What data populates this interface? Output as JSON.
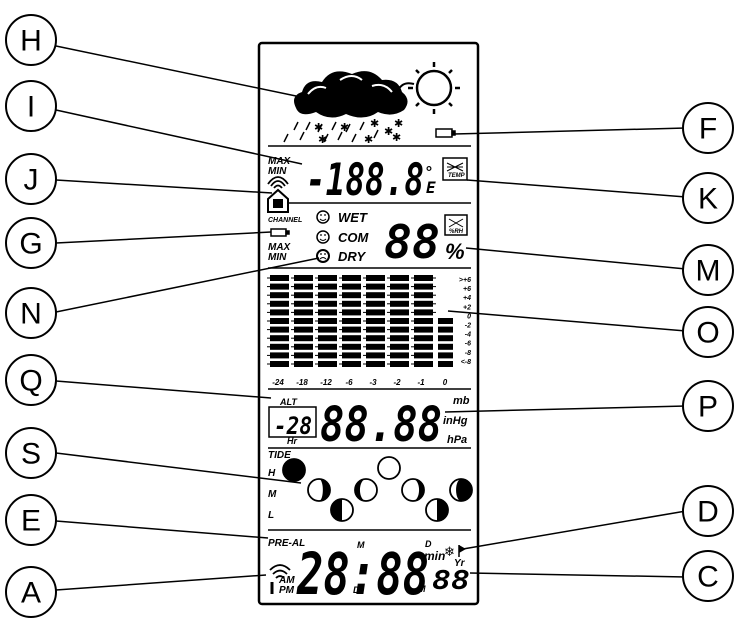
{
  "callouts": [
    {
      "letter": "H"
    },
    {
      "letter": "I"
    },
    {
      "letter": "J"
    },
    {
      "letter": "G"
    },
    {
      "letter": "N"
    },
    {
      "letter": "Q"
    },
    {
      "letter": "S"
    },
    {
      "letter": "E"
    },
    {
      "letter": "A"
    },
    {
      "letter": "F"
    },
    {
      "letter": "K"
    },
    {
      "letter": "M"
    },
    {
      "letter": "O"
    },
    {
      "letter": "P"
    },
    {
      "letter": "D"
    },
    {
      "letter": "C"
    }
  ],
  "temperature": {
    "max_label": "MAX",
    "min_label": "MIN",
    "digits": "-188.8",
    "unit_top": "°",
    "unit_bottom": "E",
    "temp_icon_label": "TEMP"
  },
  "channel": {
    "label": "CHANNEL",
    "max_label": "MAX",
    "min_label": "MIN"
  },
  "comfort": {
    "wet": "WET",
    "com": "COM",
    "dry": "DRY"
  },
  "humidity": {
    "digits": "88",
    "percent": "%",
    "icon_label": "%RH"
  },
  "bargraph": {
    "y_labels": [
      ">+6",
      "+6",
      "+4",
      "+2",
      "0",
      "-2",
      "-4",
      "-6",
      "-8",
      "<-8"
    ],
    "x_labels": [
      "-24",
      "-18",
      "-12",
      "-6",
      "-3",
      "-2",
      "-1",
      "0"
    ]
  },
  "pressure": {
    "alt_label": "ALT",
    "hours": "-28",
    "hr_label": "Hr",
    "digits": "88.88",
    "unit_mb": "mb",
    "unit_inhg": "inHg",
    "unit_hpa": "hPa"
  },
  "tide": {
    "label": "TIDE",
    "h": "H",
    "m": "M",
    "l": "L"
  },
  "clock": {
    "pre_al": "PRE-AL",
    "am": "AM",
    "pm": "PM",
    "digits": "28:88",
    "m_top": "M",
    "d_bottom": "D",
    "d_top": "D",
    "min_label": "min",
    "yr_label": "Yr",
    "m_bottom": "M",
    "small_digits": "88"
  }
}
